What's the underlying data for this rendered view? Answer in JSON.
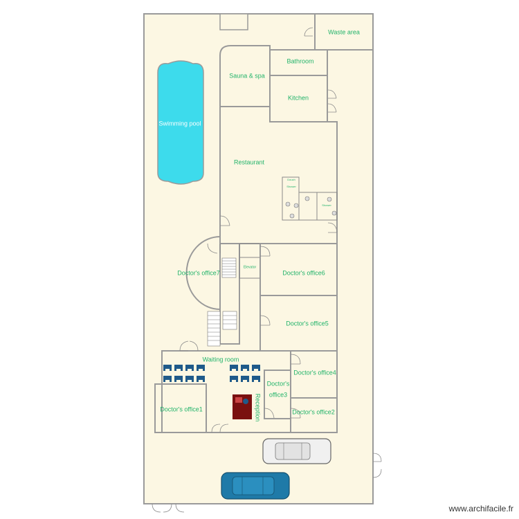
{
  "plan": {
    "floor_color": "#fcf7e3",
    "wall_color": "#9a9a9a",
    "label_color": "#21b36a",
    "pool_color": "#3ddbec",
    "chair_color": "#1f5a8a",
    "desk_color": "#7a1010"
  },
  "rooms": {
    "waste_area": "Waste area",
    "bathroom": "Bathroom",
    "sauna": "Sauna & spa",
    "kitchen": "Kitchen",
    "swimming_pool": "Swimming pool",
    "restaurant": "Restaurant",
    "doctors_office7": "Doctor's office7",
    "elevator": "Elevator",
    "doctors_office6": "Doctor's office6",
    "doctors_office5": "Doctor's office5",
    "waiting_room": "Waiting room",
    "doctors_office4": "Doctor's office4",
    "doctors_office3_line1": "Doctor's",
    "doctors_office3_line2": "office3",
    "reception": "Reception",
    "doctors_office1": "Doctor's office1",
    "doctors_office2": "Doctor's office2",
    "wc_a": "Douch",
    "wc_b": "Shower",
    "wc_c": "Shower"
  },
  "footer": {
    "watermark": "www.archifacile.fr"
  }
}
